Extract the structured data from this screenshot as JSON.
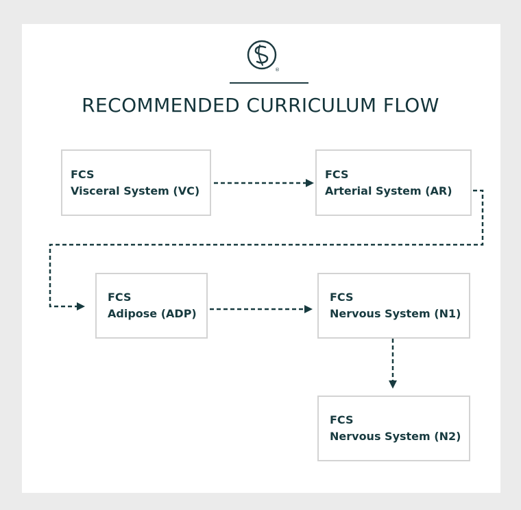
{
  "title": "RECOMMENDED CURRICULUM FLOW",
  "colors": {
    "page_background": "#ebebeb",
    "card_background": "#ffffff",
    "ink": "#173a3f",
    "box_border": "#d3d3d3"
  },
  "logo": {
    "icon": "cs-monogram-logo",
    "mark": "®"
  },
  "nodes": {
    "vc": {
      "prefix": "FCS",
      "name": "Visceral System (VC)"
    },
    "ar": {
      "prefix": "FCS",
      "name": "Arterial System (AR)"
    },
    "adp": {
      "prefix": "FCS",
      "name": "Adipose (ADP)"
    },
    "n1": {
      "prefix": "FCS",
      "name": "Nervous System (N1)"
    },
    "n2": {
      "prefix": "FCS",
      "name": "Nervous System (N2)"
    }
  },
  "edges": [
    {
      "from": "vc",
      "to": "ar",
      "style": "dashed"
    },
    {
      "from": "ar",
      "to": "adp",
      "style": "dashed"
    },
    {
      "from": "adp",
      "to": "n1",
      "style": "dashed"
    },
    {
      "from": "n1",
      "to": "n2",
      "style": "dashed"
    }
  ]
}
